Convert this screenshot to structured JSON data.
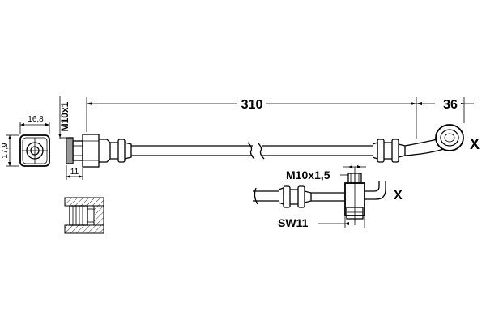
{
  "dimensions": {
    "length": "310",
    "end_length": "36",
    "end_width": "16,8",
    "end_height": "17,9",
    "fitting_length": "11",
    "thread_main": "M10x1",
    "thread_side": "M10x1,5",
    "wrench_size": "SW11"
  },
  "markers": {
    "view_main": "X",
    "view_detail": "X"
  }
}
